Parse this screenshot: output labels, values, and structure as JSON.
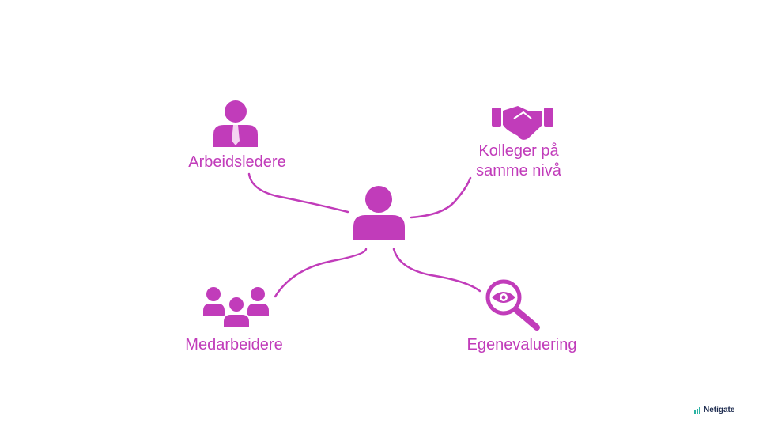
{
  "colors": {
    "accent": "#c13cba",
    "logo_text": "#1d2b4f",
    "logo_mark": "#2bb3a3"
  },
  "nodes": {
    "center": {
      "icon": "person-icon"
    },
    "supervisors": {
      "label": "Arbeidsledere",
      "icon": "businessman-icon"
    },
    "peers": {
      "label_line1": "Kolleger på",
      "label_line2": "samme nivå",
      "icon": "handshake-icon"
    },
    "subordinates": {
      "label": "Medarbeidere",
      "icon": "group-icon"
    },
    "self": {
      "label": "Egenevaluering",
      "icon": "magnifier-eye-icon"
    }
  },
  "logo": {
    "text": "Netigate"
  }
}
